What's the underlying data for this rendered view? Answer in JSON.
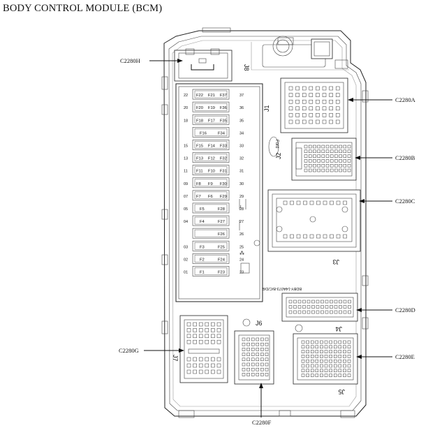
{
  "title": "BODY CONTROL MODULE (BCM)",
  "connector_labels": {
    "h": "C2280H",
    "a": "C2280A",
    "b": "C2280B",
    "c": "C2280C",
    "d": "C2280D",
    "e": "C2280E",
    "f": "C2280F",
    "g": "C2280G"
  },
  "jack_labels": {
    "j1": "J1",
    "j2": "J2",
    "j3": "J3",
    "j4": "J4",
    "j5": "J5",
    "j6": "J6",
    "j7": "J7",
    "j8": "J8"
  },
  "part_number": "BDBY-14A073-B/C/D/E",
  "brand": "Ford",
  "fuses": [
    {
      "left": "22",
      "right": "37",
      "labels": [
        "F22",
        "F21",
        "F37"
      ]
    },
    {
      "left": "20",
      "right": "36",
      "labels": [
        "F20",
        "F19",
        "F36"
      ]
    },
    {
      "left": "18",
      "right": "35",
      "labels": [
        "F18",
        "F17",
        "F35"
      ]
    },
    {
      "left": "",
      "right": "34",
      "labels": [
        "F16",
        "F34"
      ]
    },
    {
      "left": "15",
      "right": "33",
      "labels": [
        "F15",
        "F14",
        "F33"
      ]
    },
    {
      "left": "13",
      "right": "32",
      "labels": [
        "F13",
        "F12",
        "F32"
      ]
    },
    {
      "left": "11",
      "right": "31",
      "labels": [
        "F11",
        "F10",
        "F31"
      ]
    },
    {
      "left": "09",
      "right": "30",
      "labels": [
        "F8",
        "F9",
        "F30"
      ]
    },
    {
      "left": "07",
      "right": "29",
      "labels": [
        "F7",
        "F6",
        "F29"
      ]
    },
    {
      "left": "05",
      "right": "28",
      "labels": [
        "F5",
        "F28"
      ]
    },
    {
      "left": "04",
      "right": "27",
      "labels": [
        "F4",
        "F27"
      ]
    },
    {
      "left": "",
      "right": "26",
      "labels": [
        "F26"
      ]
    },
    {
      "left": "03",
      "right": "25",
      "labels": [
        "F3",
        "F25"
      ]
    },
    {
      "left": "02",
      "right": "24",
      "labels": [
        "F2",
        "F24"
      ]
    },
    {
      "left": "01",
      "right": "23",
      "labels": [
        "F1",
        "F23"
      ]
    }
  ]
}
